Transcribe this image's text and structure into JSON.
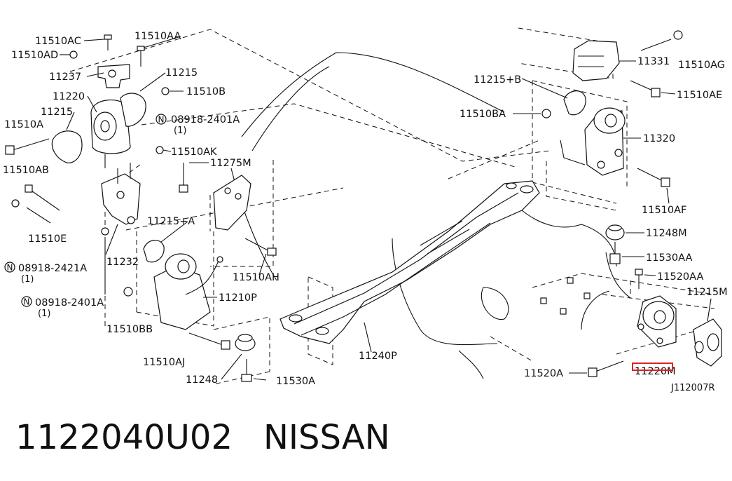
{
  "callouts": {
    "c_11510AC": "11510AC",
    "c_11510AA_top": "11510AA",
    "c_11510AD": "11510AD",
    "c_11237": "11237",
    "c_11215_a": "11215",
    "c_11510B": "11510B",
    "c_11220_left": "11220",
    "c_08918_2401A_top": "08918-2401A",
    "c_11215_b": "11215",
    "c_11510A": "11510A",
    "c_11510AK": "11510AK",
    "c_11510AB": "11510AB",
    "c_11275M": "11275M",
    "c_11510E": "11510E",
    "c_11215_plus_A": "11215+A",
    "c_08918_2421A": "08918-2421A",
    "c_11232": "11232",
    "c_11510AH": "11510AH",
    "c_08918_2401A_bottom": "08918-2401A",
    "c_11210P": "11210P",
    "c_11510BB": "11510BB",
    "c_11510AJ": "11510AJ",
    "c_11248_left": "11248",
    "c_11530A": "11530A",
    "c_11240P": "11240P",
    "c_11331": "11331",
    "c_11510AG": "11510AG",
    "c_11215_plus_B": "11215+B",
    "c_11510AE": "11510AE",
    "c_11510BA": "11510BA",
    "c_11320": "11320",
    "c_11510AF": "11510AF",
    "c_11248M": "11248M",
    "c_11530AA": "11530AA",
    "c_11520AA": "11520AA",
    "c_11215M": "11215M",
    "c_11520A": "11520A",
    "c_11220M": "11220M",
    "c_J112007R": "J112007R"
  },
  "circled_symbol": "N",
  "quantity_label": "(1)",
  "highlight": {
    "part": "11220M",
    "color": "#e02020"
  },
  "caption": {
    "part_number": "1122040U02",
    "brand": "NISSAN"
  },
  "colors": {
    "ink": "#111111",
    "background": "#ffffff"
  }
}
